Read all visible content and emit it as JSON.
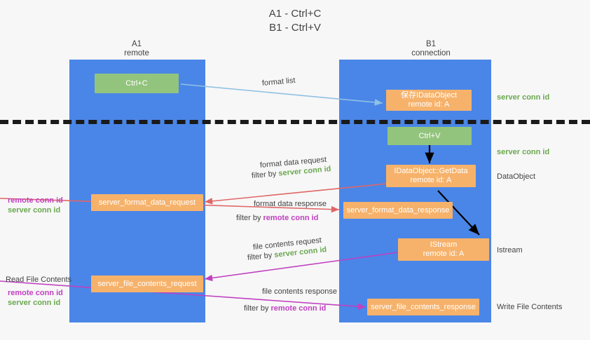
{
  "title": {
    "line1": "A1 - Ctrl+C",
    "line2": "B1 - Ctrl+V"
  },
  "lanes": [
    {
      "name": "A1",
      "sub": "remote"
    },
    {
      "name": "B1",
      "sub": "connection"
    }
  ],
  "nodes": {
    "ctrl_c": {
      "label": "Ctrl+C"
    },
    "ctrl_v": {
      "label": "Ctrl+V"
    },
    "save_idataobject": {
      "line1": "保存IDataObject",
      "line2": "remote id: A"
    },
    "getdata": {
      "line1": "IDataObject::GetData",
      "line2": "remote id: A"
    },
    "istream": {
      "line1": "IStream",
      "line2": "remote id: A"
    },
    "server_format_data_request": {
      "label": "server_format_data_request"
    },
    "server_format_data_response": {
      "label": "server_format_data_response"
    },
    "server_file_contents_request": {
      "label": "server_file_contents_request"
    },
    "server_file_contents_response": {
      "label": "server_file_contents_response"
    }
  },
  "edge_labels": {
    "format_list": "format list",
    "format_data_request": "format data request",
    "format_data_response": "format data response",
    "file_contents_request": "file contents request",
    "file_contents_response": "file contents response",
    "filter_by": "filter by",
    "server_conn_id": "server conn id",
    "remote_conn_id": "remote conn id"
  },
  "right_labels": {
    "server_conn_id_top": "server conn id",
    "server_conn_id_mid": "server conn id",
    "dataobject": "DataObject",
    "istream": "Istream",
    "write_file_contents": "Write File Contents"
  },
  "left_labels": {
    "remote_conn_id": "remote conn id",
    "server_conn_id": "server conn id",
    "read_file_contents": "Read File Contents"
  },
  "colors": {
    "lane": "#4a86e8",
    "green_node": "#93c47d",
    "orange_node": "#f6b26b",
    "server_conn_id": "#6aa84f",
    "remote_conn_id": "#c040c0",
    "arrow_blue": "#8fc1e3",
    "arrow_red": "#e06666",
    "arrow_magenta": "#c040c0",
    "arrow_black": "#000000",
    "background": "#f7f7f7"
  }
}
